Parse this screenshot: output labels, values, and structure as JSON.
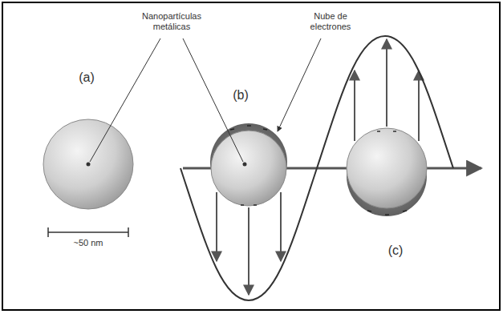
{
  "diagram": {
    "labels": [
      "Nanopartículas metálicas",
      "Nube de electrones",
      "(a)",
      "(b)",
      "(c)",
      "~50 nm"
    ]
  }
}
